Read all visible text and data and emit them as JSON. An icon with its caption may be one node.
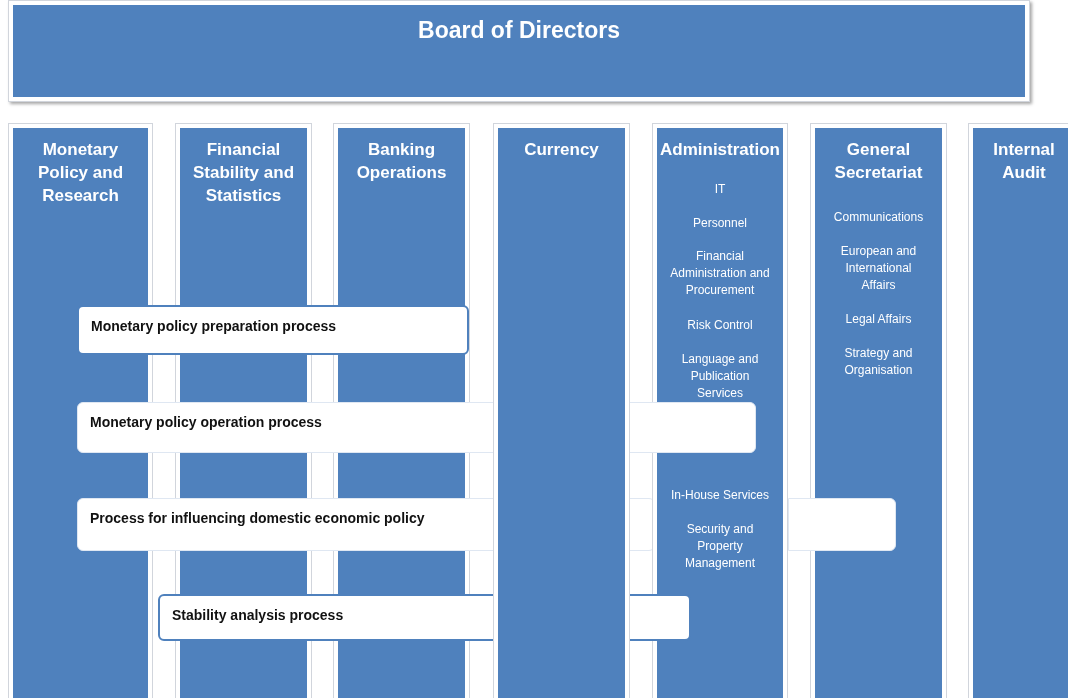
{
  "diagram": {
    "nodes": [
      {
        "text": [
          "Board of Directors"
        ]
      },
      {
        "text": [
          "Monetary Policy and Research"
        ]
      },
      {
        "text": [
          "Financial Stability and Statistics"
        ]
      },
      {
        "text": [
          "Banking Operations"
        ]
      },
      {
        "text": [
          "Currency"
        ]
      },
      {
        "text": [
          "Administration",
          "IT",
          "Personnel",
          "Financial Administration and Procurement",
          "Risk Control",
          "Language and Publication Services",
          "In-House Services",
          "Security and Property Management"
        ]
      },
      {
        "text": [
          "General Secretariat",
          "Communications",
          "European and International Affairs",
          "Legal Affairs",
          "Strategy and Organisation"
        ]
      },
      {
        "text": [
          "Internal Audit"
        ]
      },
      {
        "text": [
          "Monetary policy preparation process"
        ]
      },
      {
        "text": [
          "Monetary policy operation process"
        ]
      },
      {
        "text": [
          "Process for influencing domestic economic policy"
        ]
      },
      {
        "text": [
          "Stability analysis process"
        ]
      },
      {
        "text": [],
        "shape": "bar"
      }
    ]
  }
}
